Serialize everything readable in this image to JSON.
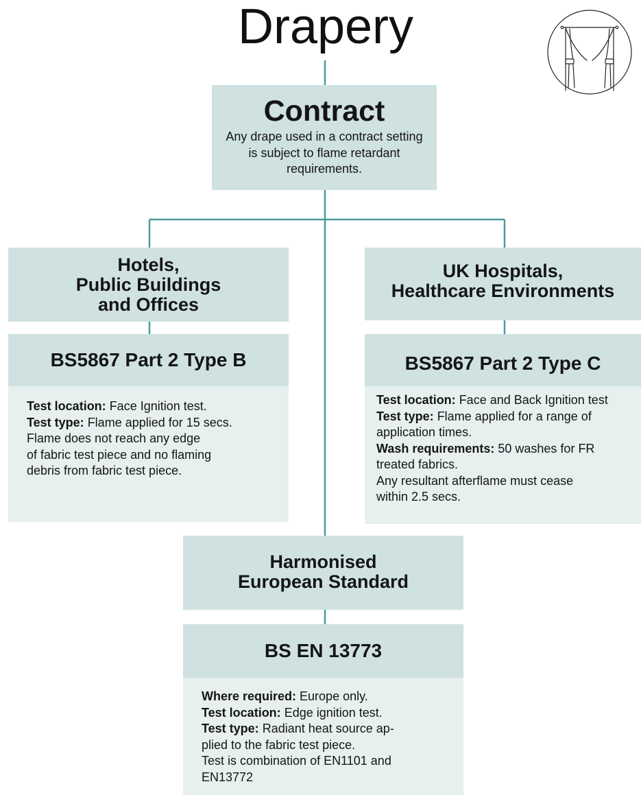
{
  "title": "Drapery",
  "colors": {
    "header_fill": "#cfe1e1",
    "body_fill": "#e7efef",
    "connector": "#4a9a9e"
  },
  "icon": "curtains-icon",
  "contract": {
    "title": "Contract",
    "description": "Any drape used in a contract setting is subject to flame retardant requirements."
  },
  "hotels": {
    "heading_lines": [
      "Hotels,",
      "Public Buildings",
      "and Offices"
    ],
    "standard": "BS5867 Part 2 Type B",
    "details": [
      {
        "label": "Test location:",
        "text": " Face Ignition test."
      },
      {
        "label": "Test type:",
        "text": " Flame applied for 15 secs."
      },
      {
        "label": "",
        "text": "Flame does not reach any edge"
      },
      {
        "label": "",
        "text": "of fabric test piece and no flaming"
      },
      {
        "label": "",
        "text": "debris from fabric test piece."
      }
    ]
  },
  "uk": {
    "heading_lines": [
      "UK Hospitals,",
      "Healthcare Environments"
    ],
    "standard": "BS5867 Part 2 Type C",
    "details": [
      {
        "label": "Test location:",
        "text": " Face and Back Ignition test"
      },
      {
        "label": "Test type:",
        "text": " Flame applied for a range of"
      },
      {
        "label": "",
        "text": "application times."
      },
      {
        "label": "Wash requirements:",
        "text": " 50 washes for FR"
      },
      {
        "label": "",
        "text": "treated fabrics."
      },
      {
        "label": "",
        "text": "Any resultant afterflame must cease"
      },
      {
        "label": "",
        "text": "within 2.5 secs."
      }
    ]
  },
  "harmonised": {
    "heading_lines": [
      "Harmonised",
      "European Standard"
    ],
    "standard": "BS EN 13773",
    "details": [
      {
        "label": "Where required:",
        "text": " Europe only."
      },
      {
        "label": "Test location:",
        "text": " Edge ignition test."
      },
      {
        "label": "Test type:",
        "text": " Radiant heat source ap-"
      },
      {
        "label": "",
        "text": "plied to the fabric test piece."
      },
      {
        "label": "",
        "text": "Test is combination of EN1101 and"
      },
      {
        "label": "",
        "text": "EN13772"
      }
    ]
  }
}
